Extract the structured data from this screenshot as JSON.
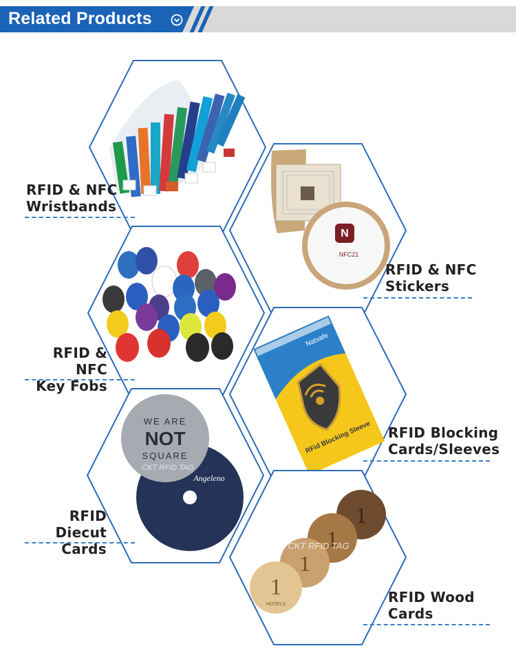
{
  "header": {
    "title": "Related Products",
    "chevron_icon": "chevron-down-circle-icon",
    "colors": {
      "accent": "#1a63b7",
      "bar": "#d9d9d9"
    }
  },
  "products": [
    {
      "line1": "RFID & NFC",
      "line2": "Wristbands"
    },
    {
      "line1": "RFID & NFC",
      "line2": "Stickers"
    },
    {
      "line1": "RFID & NFC",
      "line2": "Key Fobs"
    },
    {
      "line1": "RFID Blocking",
      "line2": "Cards/Sleeves"
    },
    {
      "line1": "RFID Diecut",
      "line2": "Cards"
    },
    {
      "line1": "RFID Wood",
      "line2": "Cards"
    }
  ],
  "images": {
    "stickers": {
      "chip_text": "NFC21"
    },
    "sleeve": {
      "brand": "Natsafe",
      "text": "RFid Blocking Sleeve"
    },
    "diecut": {
      "line1": "WE ARE",
      "line2": "NOT",
      "line3": "SQUARE",
      "brand": "Angeleno"
    },
    "wood": {
      "mark": "1",
      "sub": "HOTELS",
      "watermark": "CKT RFID TAG"
    },
    "diecut_watermark": "CKT RFID TAG"
  }
}
